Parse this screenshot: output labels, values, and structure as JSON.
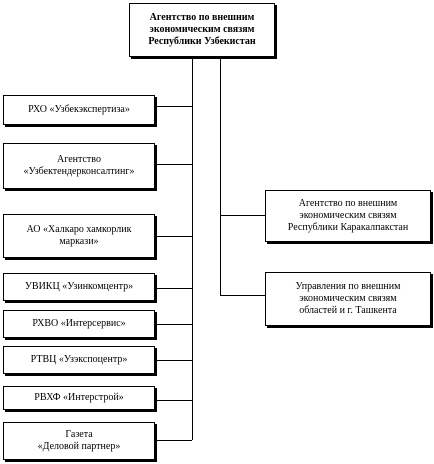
{
  "root": {
    "label": "Агентство по внешним\nэкономическим связям\nРеспублики Узбекистан"
  },
  "left_boxes": [
    {
      "id": "rkho",
      "label": "РХО «Узбекэкспертиза»"
    },
    {
      "id": "agency",
      "label": "Агентство\n«Узбектендерконсалтинг»"
    },
    {
      "id": "ao",
      "label": "АО «Халкаро хамкорлик\nмаркази»"
    },
    {
      "id": "uvikts",
      "label": "УВИКЦ «Узинкомцентр»"
    },
    {
      "id": "rkhvo",
      "label": "РХВО «Интерсервис»"
    },
    {
      "id": "rtvts",
      "label": "РТВЦ  «Узэкспоцентр»"
    },
    {
      "id": "rvkhf",
      "label": "РВХФ «Интерстрой»"
    },
    {
      "id": "gazeta",
      "label": "Газета\n«Деловой партнер»"
    }
  ],
  "right_boxes": [
    {
      "id": "karakalpak",
      "label": "Агентство по внешним\nэкономическим связям\nРеспублики Каракалпакстан"
    },
    {
      "id": "regions",
      "label": "Управления по внешним\nэкономическим связям\nобластей и г. Ташкента"
    }
  ]
}
